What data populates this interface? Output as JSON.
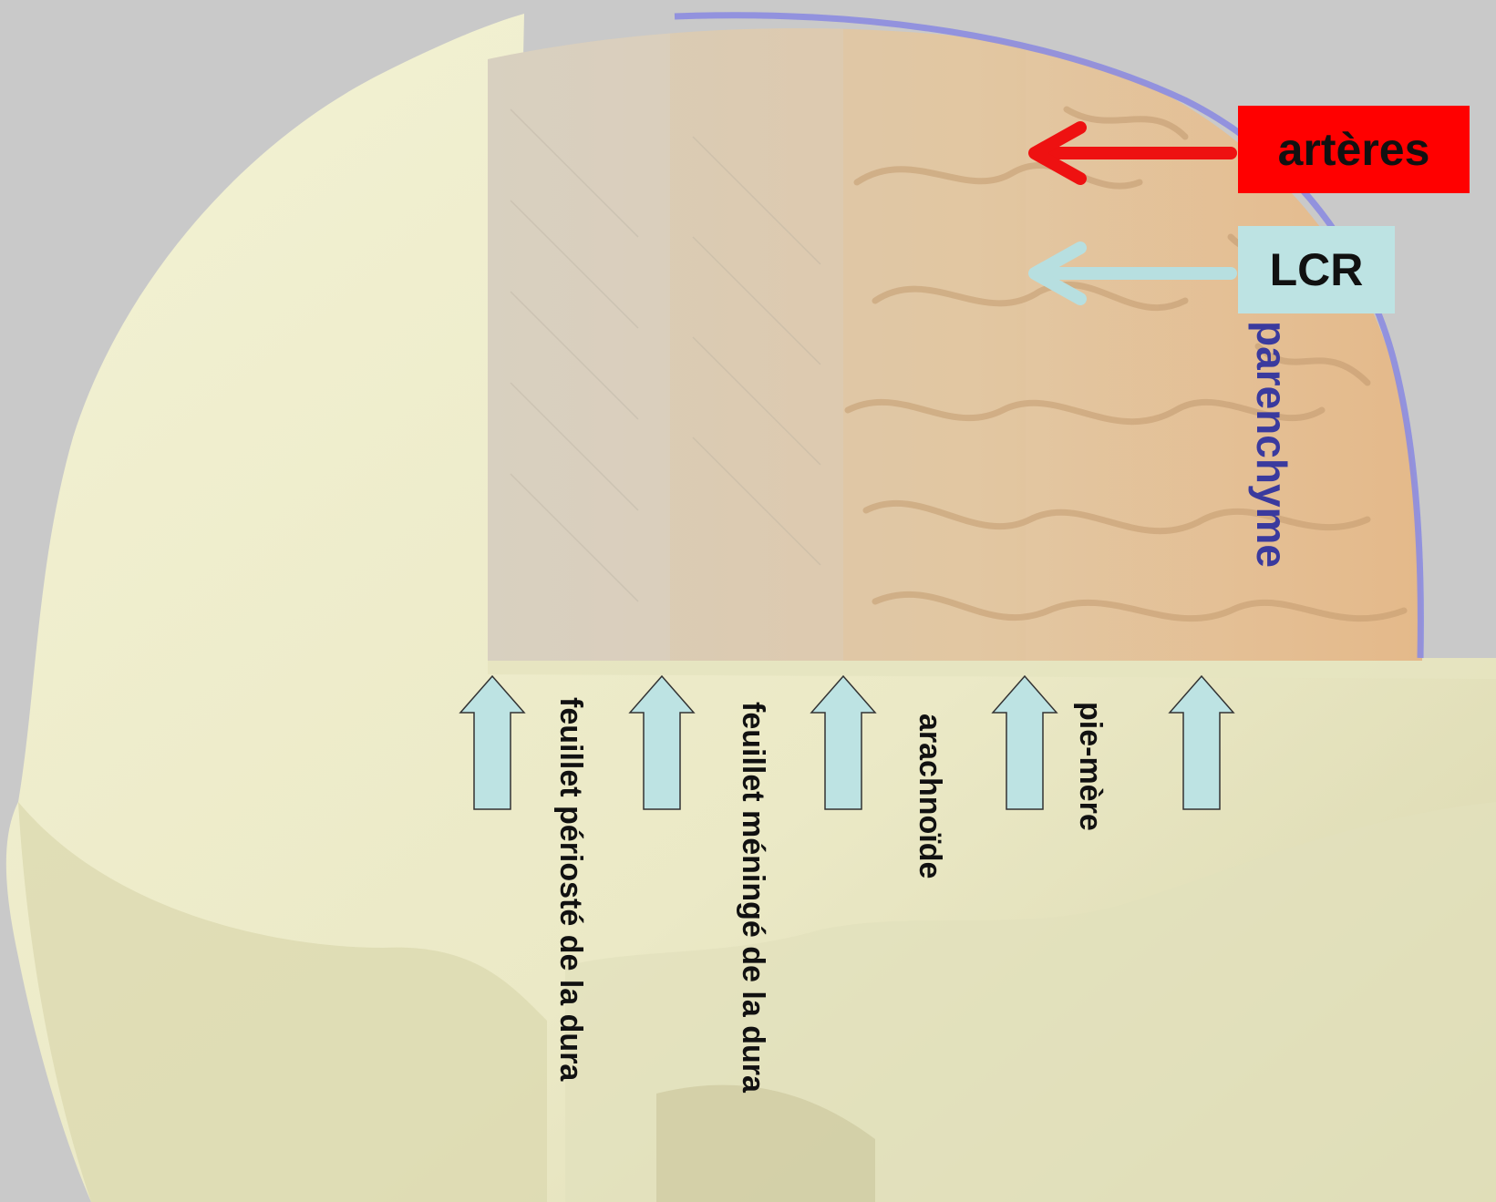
{
  "labels": {
    "arteres": "artères",
    "lcr": "LCR",
    "parenchyme": "parenchyme",
    "feuillet_perioste": "feuillet périosté de la dura",
    "feuillet_meninge": "feuillet méningé de la dura",
    "arachnoide": "arachnoïde",
    "pie_mere": "pie-mère"
  },
  "colors": {
    "background": "#c9c9c9",
    "bone": "#ecebc8",
    "brain": "#e2bf96",
    "arteres_box": "#ff0000",
    "arteres_arrow": "#ee1111",
    "lcr_box": "#bde3e3",
    "lcr_arrow": "#b7dfe0",
    "layer_arrow": "#bde3e3",
    "parenchyme_text": "#3a3a9e",
    "dura_outline": "#8c8ce0"
  }
}
